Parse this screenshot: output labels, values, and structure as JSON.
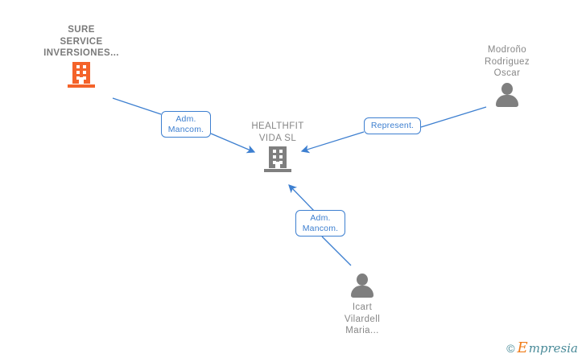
{
  "graph": {
    "center": {
      "id": "healthfit",
      "label_lines": [
        "HEALTHFIT",
        "VIDA  SL"
      ],
      "icon": "building-icon",
      "icon_color": "#7f7f7f",
      "label_position": "above"
    },
    "nodes": [
      {
        "id": "sure-service",
        "label_lines": [
          "SURE",
          "SERVICE",
          "INVERSIONES..."
        ],
        "icon": "building-icon",
        "icon_color": "#f4632a",
        "type": "company",
        "label_position": "above"
      },
      {
        "id": "modrono",
        "label_lines": [
          "Modroño",
          "Rodriguez",
          "Oscar"
        ],
        "icon": "person-icon",
        "icon_color": "#7f7f7f",
        "type": "person",
        "label_position": "above"
      },
      {
        "id": "icart",
        "label_lines": [
          "Icart",
          "Vilardell",
          "Maria..."
        ],
        "icon": "person-icon",
        "icon_color": "#7f7f7f",
        "type": "person",
        "label_position": "below"
      }
    ],
    "edges": [
      {
        "id": "edge-sure-healthfit",
        "from": "sure-service",
        "to": "healthfit",
        "label_lines": [
          "Adm.",
          "Mancom."
        ],
        "direction": "to-center"
      },
      {
        "id": "edge-modrono-healthfit",
        "from": "modrono",
        "to": "healthfit",
        "label_lines": [
          "Represent."
        ],
        "direction": "to-center"
      },
      {
        "id": "edge-icart-healthfit",
        "from": "icart",
        "to": "healthfit",
        "label_lines": [
          "Adm.",
          "Mancom."
        ],
        "direction": "to-center"
      }
    ],
    "edge_color": "#3d7fd0"
  },
  "watermark": {
    "copyright": "©",
    "brand_initial": "E",
    "brand_rest": "mpresia"
  }
}
